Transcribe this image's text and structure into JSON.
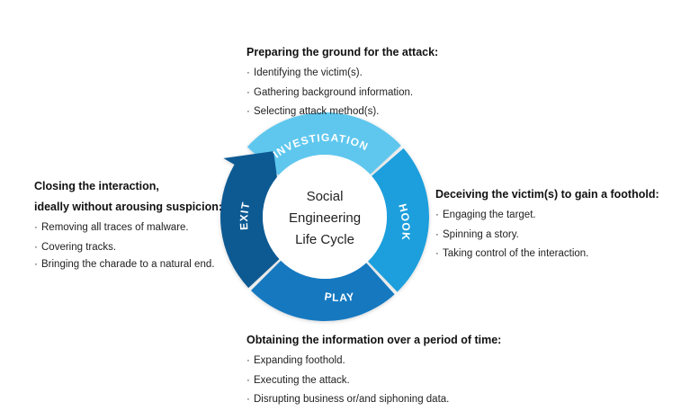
{
  "stages": {
    "investigation": {
      "label": "INVESTIGATION",
      "title": "Preparing the ground for the attack:",
      "items": [
        "Identifying the victim(s).",
        "Gathering background information.",
        "Selecting attack method(s)."
      ]
    },
    "hook": {
      "label": "HOOK",
      "title": "Deceiving the victim(s) to gain a foothold:",
      "items": [
        "Engaging the target.",
        "Spinning a story.",
        "Taking control of the interaction."
      ]
    },
    "play": {
      "label": "PLAY",
      "title": "Obtaining the information over a period of time:",
      "items": [
        "Expanding foothold.",
        "Executing the attack.",
        "Disrupting business or/and siphoning data."
      ]
    },
    "exit": {
      "label": "EXIT",
      "title_line1": "Closing the interaction,",
      "title_line2": "ideally without arousing suspicion:",
      "items": [
        "Removing all traces of malware.",
        "Covering tracks.",
        "Bringing the charade to a natural end."
      ]
    }
  },
  "center": {
    "line1": "Social",
    "line2": "Engineering",
    "line3": "Life Cycle"
  },
  "bullet": "·",
  "colors": {
    "investigation": "#5fc7ee",
    "hook": "#1f9fdc",
    "play": "#1479c0",
    "exit": "#0e5a93",
    "center": "#ffffff"
  }
}
